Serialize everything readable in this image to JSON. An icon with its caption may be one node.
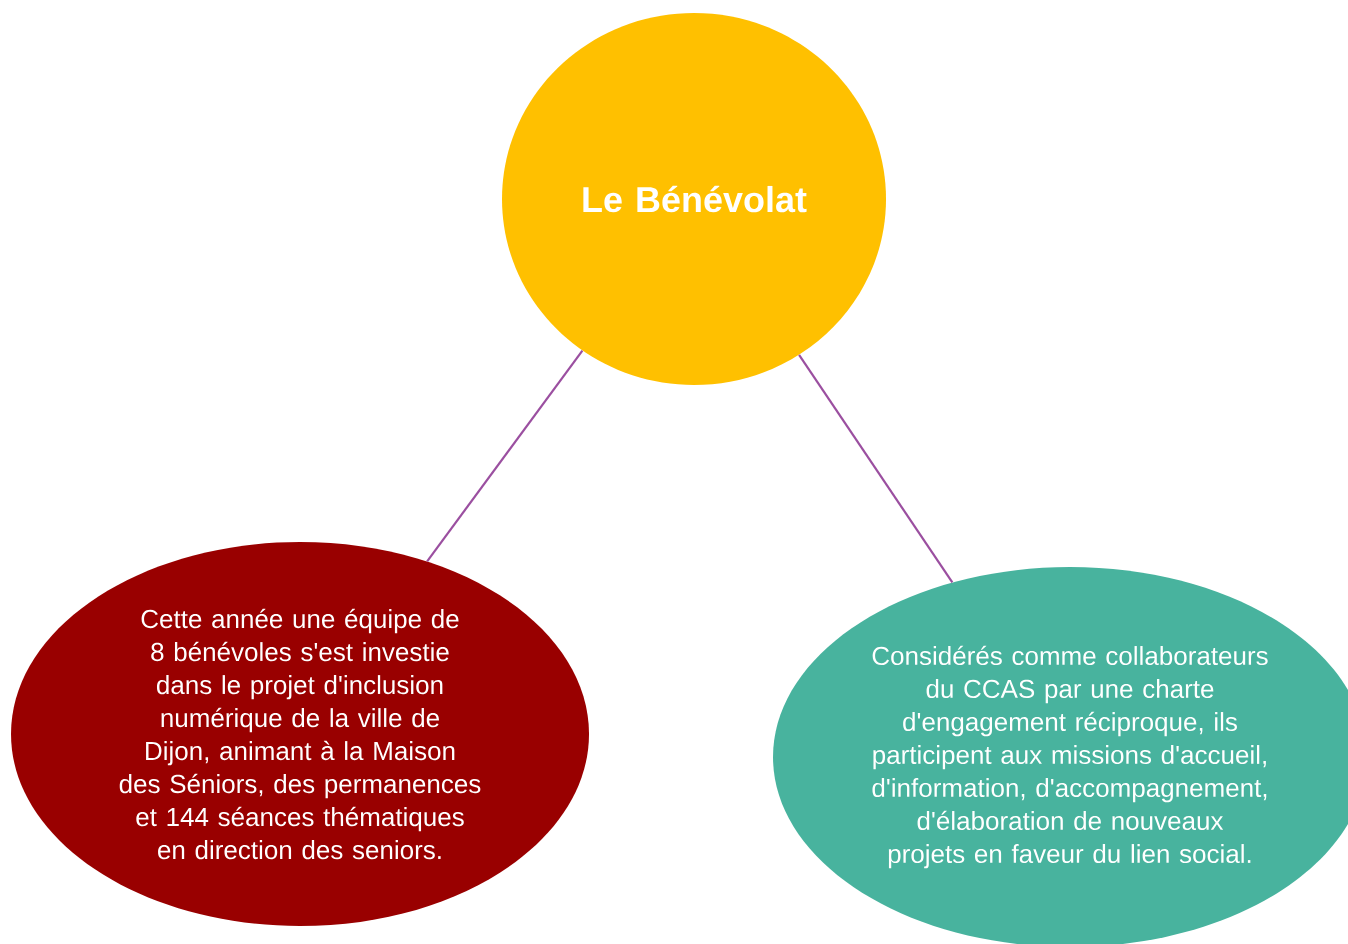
{
  "diagram": {
    "nodes": [
      {
        "text": [
          "Le Bénévolat"
        ]
      },
      {
        "text": [
          "Cette année une équipe de 8 bénévoles s'est investie dans le projet d'inclusion numérique de la ville de Dijon, animant à la Maison des Séniors, des permanences et 144 séances thématiques en direction des seniors."
        ]
      },
      {
        "text": [
          "Considérés comme collaborateurs du CCAS par une charte d'engagement réciproque, ils participent aux missions d'accueil, d'information, d'accompagnement, d'élaboration de nouveaux projets en faveur du lien social."
        ]
      }
    ],
    "edges": [
      {
        "from": 0,
        "to": 1,
        "arrow": "none",
        "color": "#9b4fa0"
      },
      {
        "from": 0,
        "to": 2,
        "arrow": "none",
        "color": "#9b4fa0"
      }
    ]
  }
}
